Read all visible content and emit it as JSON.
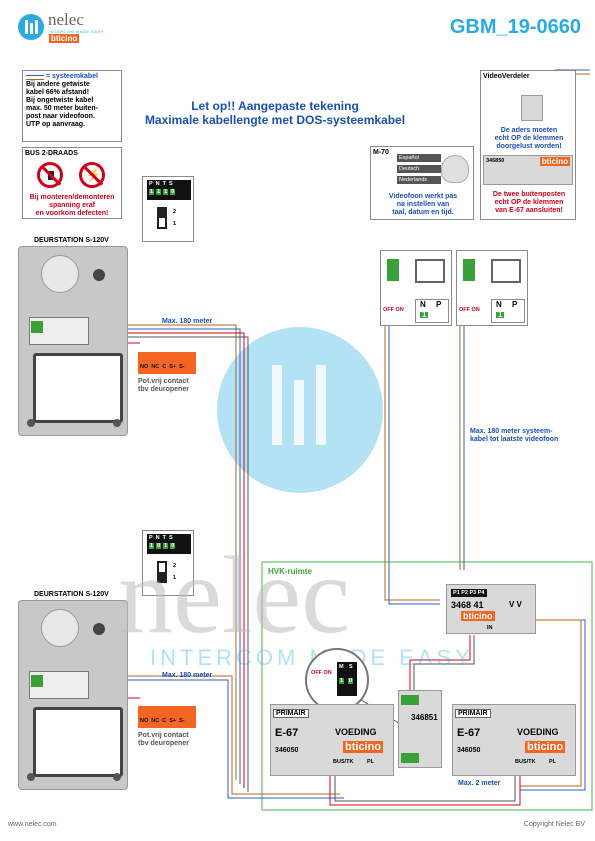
{
  "header": {
    "brand_name": "nelec",
    "brand_tagline": "INTERCOM MADE EASY",
    "sub_brand": "bticino",
    "doc_code": "GBM_19-0660"
  },
  "colors": {
    "accent": "#29abe2",
    "title_blue": "#1a4fb4",
    "warning_red": "#d0021b",
    "terminal_green": "#3aa13a",
    "hvk_green": "#4caf50"
  },
  "legend_box": {
    "title": "= systeemkabel",
    "lines": [
      "Bij andere getwiste",
      "kabel 66% afstand!",
      "Bij ongetwiste kabel",
      "max. 50 meter buiten-",
      "post naar videofoon.",
      "UTP op aanvraag."
    ]
  },
  "bus_box": {
    "title": "BUS 2-DRAADS",
    "warning": [
      "Bij monteren/demonteren",
      "spanning eraf",
      "en voorkom defecten!"
    ]
  },
  "notice": {
    "line1": "Let op!! Aangepaste tekening",
    "line2": "Maximale kabellengte met DOS-systeemkabel"
  },
  "m70_box": {
    "title": "M-70",
    "menu": [
      "Español",
      "Deutsch",
      "Nederlands"
    ],
    "note": [
      "Videofoon werkt pas",
      "na instellen van",
      "taal, datum en tijd."
    ]
  },
  "videoverdeler_box": {
    "title": "VideoVerdeler",
    "note": [
      "De aders moeten",
      "echt OP de klemmen",
      "doorgelust worden!"
    ],
    "part": "346850",
    "note2": [
      "De twee buitenposten",
      "echt OP de klemmen",
      "van E-67 aansluiten!"
    ]
  },
  "pnts": {
    "labels": [
      "P",
      "N",
      "T",
      "S"
    ],
    "values": [
      "1",
      "1",
      "1",
      "0"
    ],
    "switch": [
      "2",
      "1"
    ]
  },
  "pnts2": {
    "labels": [
      "P",
      "N",
      "T",
      "S"
    ],
    "values": [
      "1",
      "0",
      "1",
      "0"
    ],
    "switch": [
      "2",
      "1"
    ]
  },
  "door_station_1": {
    "label": "DEURSTATION S-120V"
  },
  "door_station_2": {
    "label": "DEURSTATION S-120V"
  },
  "relay": {
    "terminals": [
      "NO",
      "NC",
      "C",
      "S+",
      "S-"
    ],
    "caption": [
      "Pot.vrij contact",
      "tbv deuropener"
    ]
  },
  "cable_labels": {
    "top": "Max. 180 meter",
    "middle": "Max. 180 meter",
    "right": [
      "Max. 180 meter systeem-",
      "kabel tot laatste videofoon"
    ],
    "bottom": "Max. 2 meter"
  },
  "videophone_np": {
    "labels": [
      "N",
      "P"
    ],
    "value": "1",
    "switch": "OFF ON"
  },
  "hvk": {
    "label": "HVK-ruimte"
  },
  "distributor": {
    "ports": "P1 P2 P3 P4",
    "model": "3468 41",
    "vv": "V V",
    "brand": "bticino",
    "in": "IN"
  },
  "ms_box": {
    "labels": [
      "M",
      "S"
    ],
    "values": [
      "1",
      "0"
    ],
    "switch": "OFF ON"
  },
  "psu_left": {
    "tag": "PRIMAIR",
    "model": "E-67",
    "title": "VOEDING",
    "brand": "bticino",
    "part": "346050",
    "bus": "BUS/TK",
    "pl": "PL"
  },
  "psu_right": {
    "tag": "PRIMAIR",
    "model": "E-67",
    "title": "VOEDING",
    "brand": "bticino",
    "part": "346050",
    "bus": "BUS/TK",
    "pl": "PL"
  },
  "module": {
    "part": "346851"
  },
  "footer": {
    "left": "www.nelec.com",
    "right": "Copyright Nelec BV"
  },
  "watermark": {
    "text": "nelec",
    "tagline": "INTERCOM MADE EASY"
  }
}
